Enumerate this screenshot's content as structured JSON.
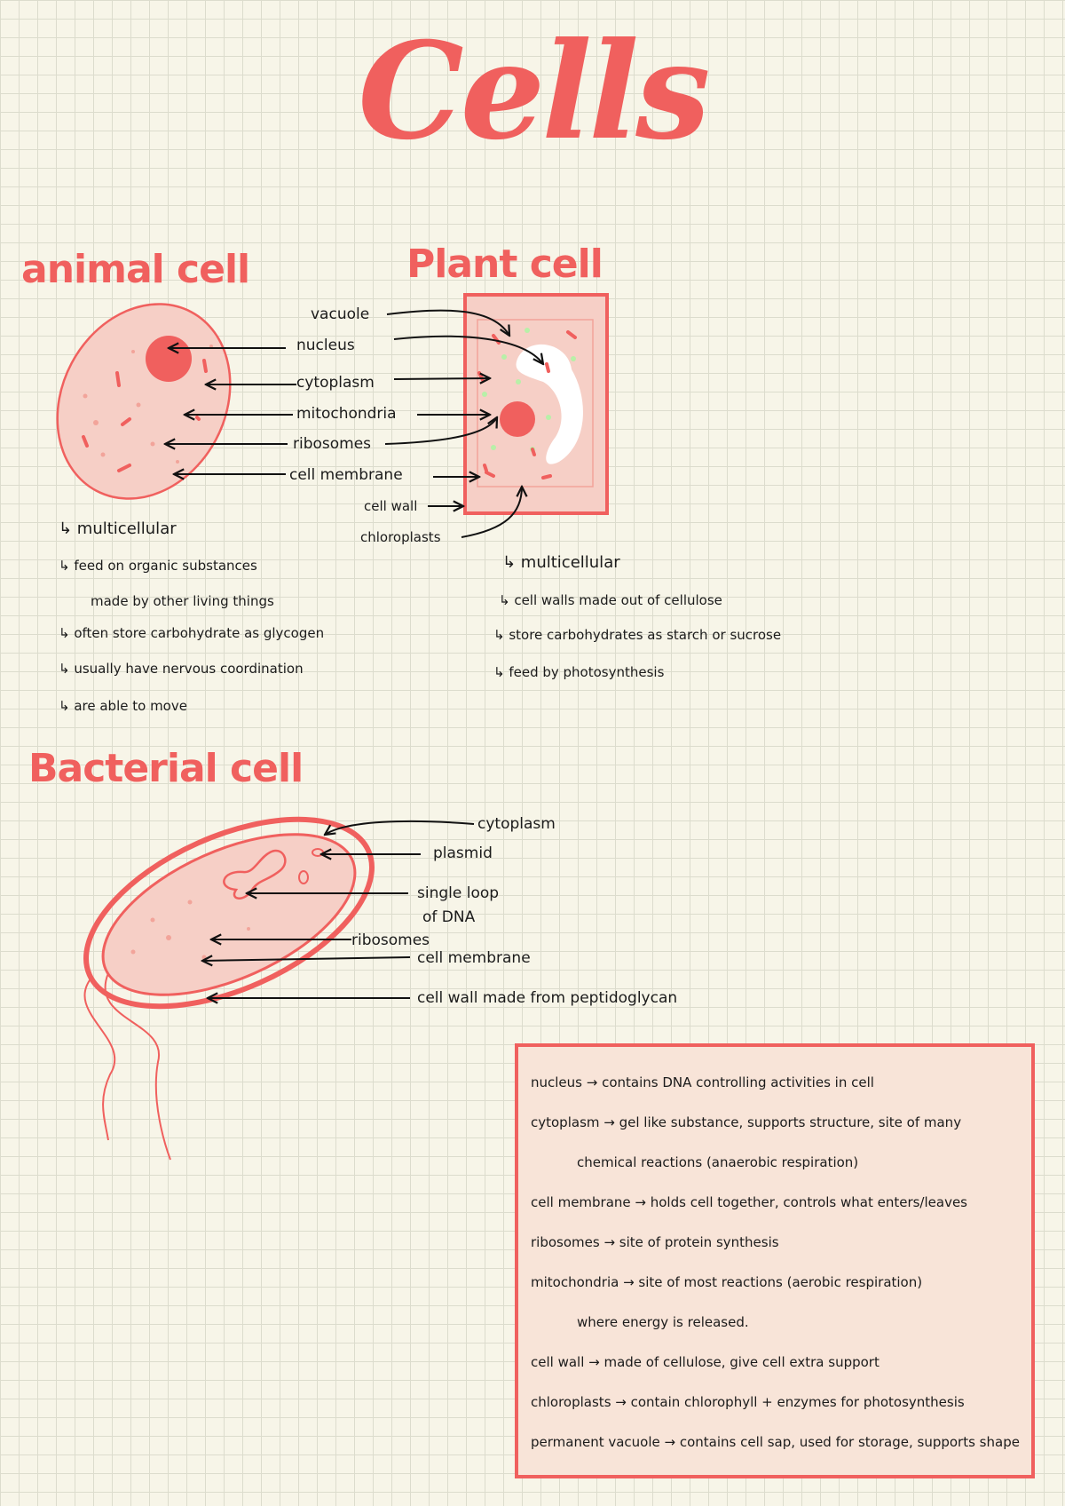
{
  "title": "Cells",
  "animal": {
    "heading": "animal cell",
    "notes": [
      "↳ multicellular",
      "↳ feed on organic substances",
      "made by other living things",
      "↳ often store carbohydrate as glycogen",
      "↳ usually have nervous coordination",
      "↳ are able to move"
    ]
  },
  "plant": {
    "heading": "Plant cell",
    "notes": [
      "↳ multicellular",
      "↳ cell walls made out of cellulose",
      "↳ store carbohydrates as starch or sucrose",
      "↳ feed by photosynthesis"
    ]
  },
  "labels": {
    "vacuole": "vacuole",
    "nucleus": "nucleus",
    "cytoplasm": "cytoplasm",
    "mitochondria": "mitochondria",
    "ribosomes": "ribosomes",
    "cell_membrane": "cell membrane",
    "cell_wall": "cell wall",
    "chloroplasts": "chloroplasts"
  },
  "bacterial": {
    "heading": "Bacterial cell",
    "labels": {
      "cytoplasm": "cytoplasm",
      "plasmid": "plasmid",
      "dna_line1": "single loop",
      "dna_line2": "of DNA",
      "ribosomes": "ribosomes",
      "cell_membrane": "cell membrane",
      "cell_wall": "cell wall made from peptidoglycan"
    }
  },
  "summary": [
    {
      "text": "nucleus → contains DNA controlling activities in cell",
      "indent": false
    },
    {
      "text": "cytoplasm → gel like substance, supports structure, site of many",
      "indent": false
    },
    {
      "text": "chemical reactions (anaerobic respiration)",
      "indent": true
    },
    {
      "text": "cell membrane → holds cell together, controls what enters/leaves",
      "indent": false
    },
    {
      "text": "ribosomes → site of protein synthesis",
      "indent": false
    },
    {
      "text": "mitochondria → site of most reactions (aerobic respiration)",
      "indent": false
    },
    {
      "text": "where energy is released.",
      "indent": true
    },
    {
      "text": "cell wall → made of cellulose, give cell extra support",
      "indent": false
    },
    {
      "text": "chloroplasts → contain chlorophyll + enzymes for photosynthesis",
      "indent": false
    },
    {
      "text": "permanent vacuole → contains cell sap, used for storage, supports shape",
      "indent": false
    }
  ],
  "colors": {
    "accent": "#f0605e",
    "cell_fill": "#f6cfc6",
    "paper": "#f7f5e8",
    "chloroplast": "#b8f0a8"
  }
}
